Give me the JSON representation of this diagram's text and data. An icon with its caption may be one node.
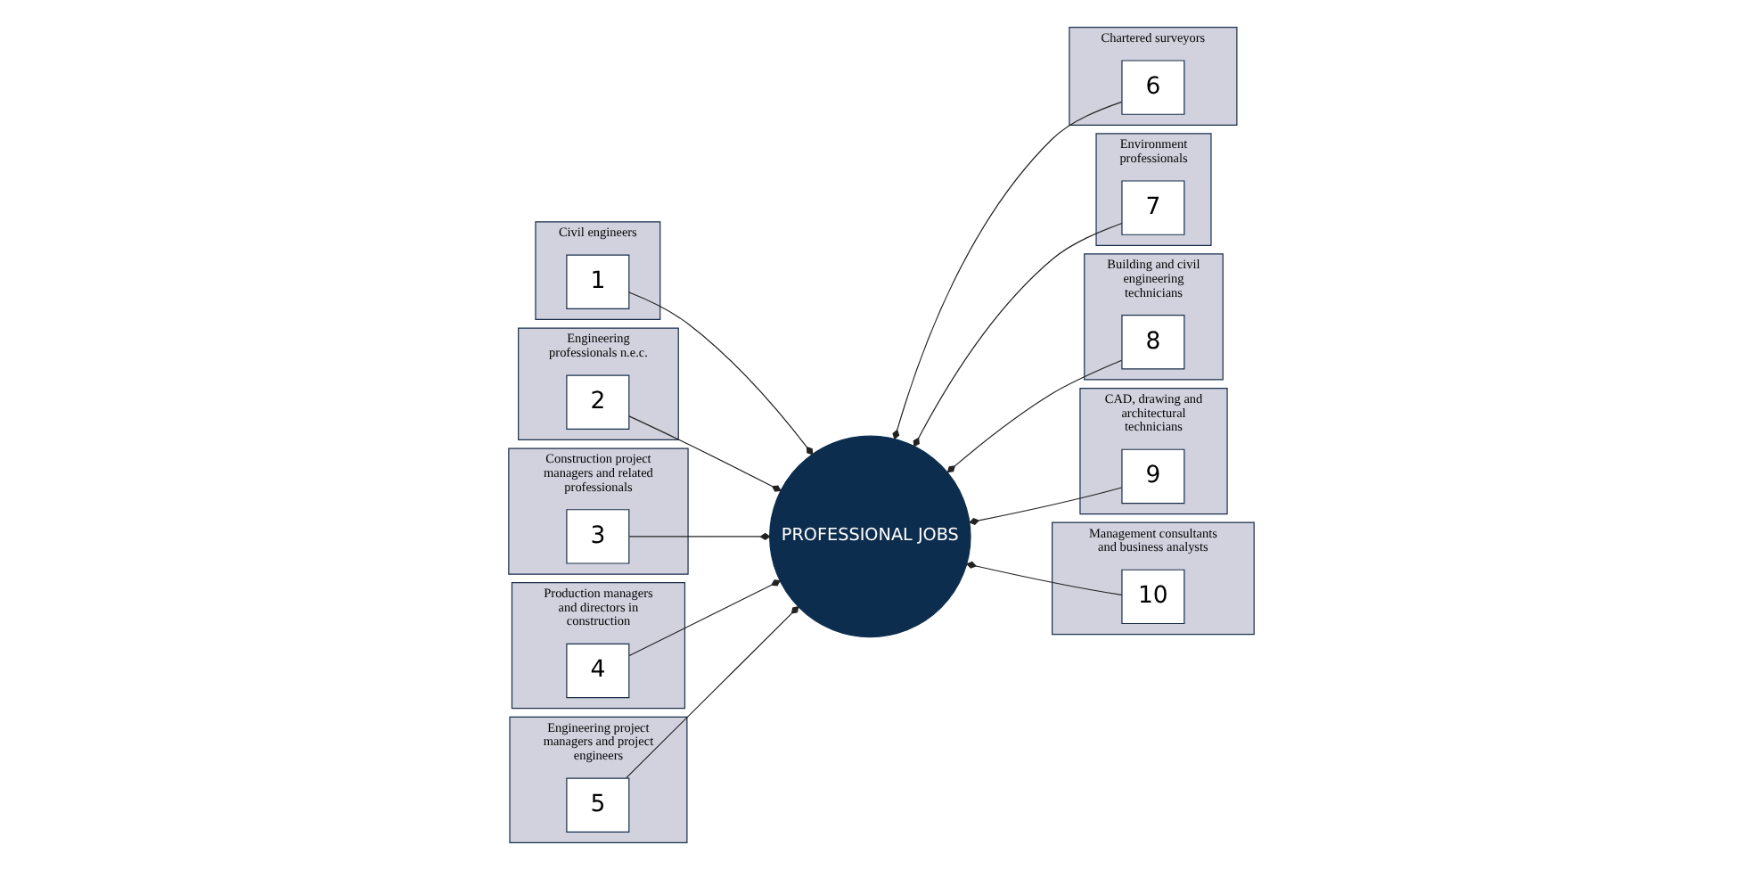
{
  "diagram": {
    "nodes": [
      {
        "text": [
          "Civil engineers"
        ]
      },
      {
        "text": [
          "1"
        ],
        "in": 0
      },
      {
        "text": [
          "Engineering professionals n.e.c."
        ]
      },
      {
        "text": [
          "2"
        ],
        "in": 2
      },
      {
        "text": [
          "Construction project managers and related professionals"
        ]
      },
      {
        "text": [
          "3"
        ],
        "in": 4
      },
      {
        "text": [
          "Production managers and directors in construction"
        ]
      },
      {
        "text": [
          "4"
        ],
        "in": 6
      },
      {
        "text": [
          "Engineering project managers and project engineers"
        ]
      },
      {
        "text": [
          "5"
        ],
        "in": 8
      },
      {
        "text": [
          "PROFESSIONAL JOBS"
        ]
      },
      {
        "text": [
          "Chartered surveyors"
        ]
      },
      {
        "text": [
          "6"
        ],
        "in": 11
      },
      {
        "text": [
          "Environment professionals"
        ]
      },
      {
        "text": [
          "7"
        ],
        "in": 13
      },
      {
        "text": [
          "Building and civil engineering technicians"
        ]
      },
      {
        "text": [
          "8"
        ],
        "in": 15
      },
      {
        "text": [
          "CAD, drawing and architectural technicians"
        ]
      },
      {
        "text": [
          "9"
        ],
        "in": 17
      },
      {
        "text": [
          "Management consultants and business analysts"
        ]
      },
      {
        "text": [
          "10"
        ],
        "in": 19
      }
    ],
    "edges": [
      {
        "from": 1,
        "to": 10,
        "arrow": "other"
      },
      {
        "from": 3,
        "to": 10,
        "arrow": "other"
      },
      {
        "from": 5,
        "to": 10,
        "arrow": "other"
      },
      {
        "from": 7,
        "to": 10,
        "arrow": "other"
      },
      {
        "from": 9,
        "to": 10,
        "arrow": "other"
      },
      {
        "from": 12,
        "to": 10,
        "arrow": "other"
      },
      {
        "from": 14,
        "to": 10,
        "arrow": "other"
      },
      {
        "from": 16,
        "to": 10,
        "arrow": "other"
      },
      {
        "from": 18,
        "to": 10,
        "arrow": "other"
      },
      {
        "from": 20,
        "to": 10,
        "arrow": "other"
      }
    ]
  }
}
